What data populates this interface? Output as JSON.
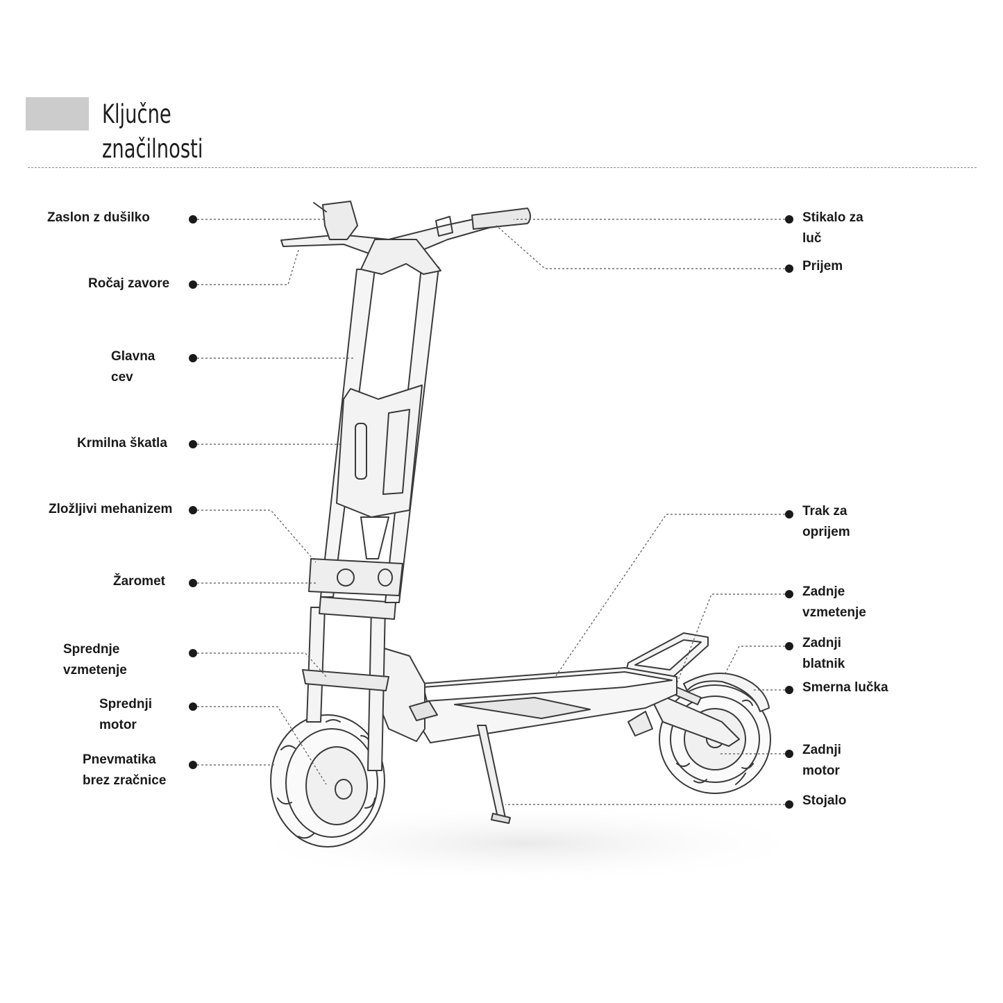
{
  "title": "Ključne\nznačilnosti",
  "colors": {
    "accent_block": "#cccccc",
    "text": "#1a1a1a",
    "leader": "#555555"
  },
  "labels_left": [
    {
      "id": "display",
      "text": "Zaslon z dušilko"
    },
    {
      "id": "brake-lever",
      "text": "Ročaj zavore"
    },
    {
      "id": "main-tube",
      "text": "Glavna\ncev"
    },
    {
      "id": "control-box",
      "text": "Krmilna škatla"
    },
    {
      "id": "folding",
      "text": "Zložljivi mehanizem"
    },
    {
      "id": "headlight",
      "text": "Žaromet"
    },
    {
      "id": "front-suspension",
      "text": "Sprednje\nvzmetenje"
    },
    {
      "id": "front-motor",
      "text": "Sprednji\nmotor"
    },
    {
      "id": "tire",
      "text": "Pnevmatika\nbrez zračnice"
    }
  ],
  "labels_right": [
    {
      "id": "light-switch",
      "text": "Stikalo za\nluč"
    },
    {
      "id": "grip",
      "text": "Prijem"
    },
    {
      "id": "grip-tape",
      "text": "Trak za\noprijem"
    },
    {
      "id": "rear-suspension",
      "text": "Zadnje\nvzmetenje"
    },
    {
      "id": "rear-fender",
      "text": "Zadnji\nblatnik"
    },
    {
      "id": "turn-signal",
      "text": "Smerna lučka"
    },
    {
      "id": "rear-motor",
      "text": "Zadnji\nmotor"
    },
    {
      "id": "kickstand",
      "text": "Stojalo"
    }
  ]
}
